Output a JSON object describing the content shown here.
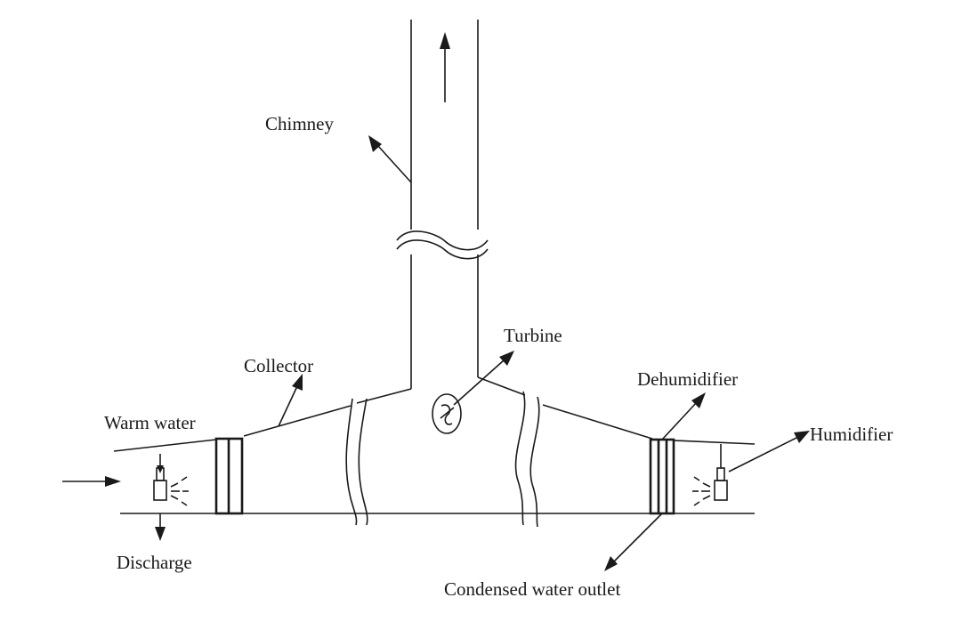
{
  "labels": {
    "chimney": "Chimney",
    "turbine": "Turbine",
    "collector": "Collector",
    "dehumidifier": "Dehumidifier",
    "warm_water": "Warm water",
    "humidifier": "Humidifier",
    "discharge": "Discharge",
    "condensed_water_outlet": "Condensed water outlet"
  }
}
